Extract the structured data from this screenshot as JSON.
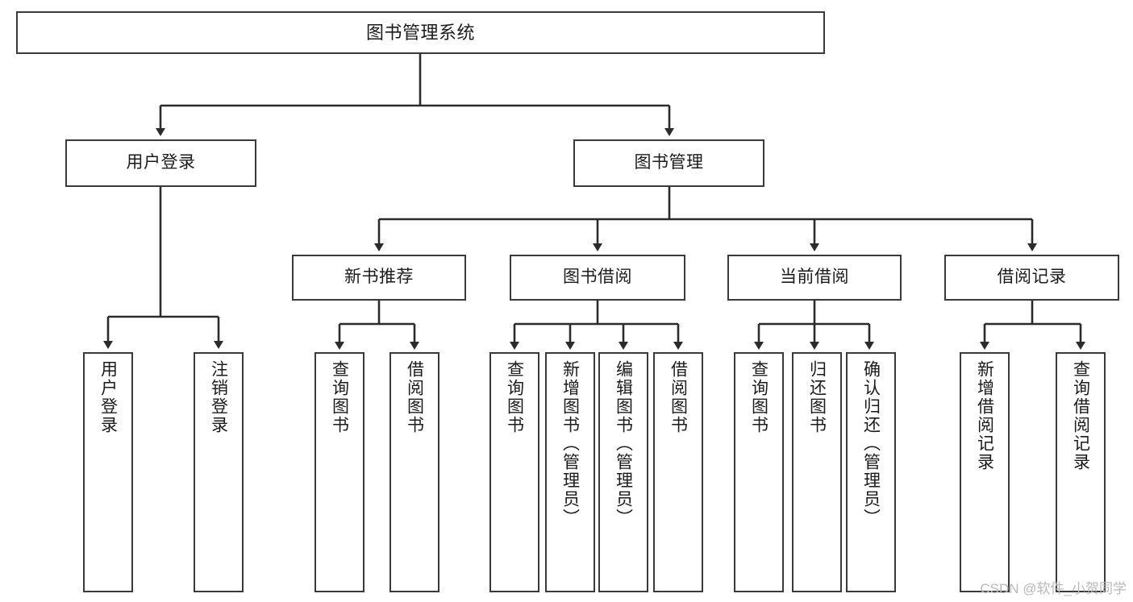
{
  "diagram": {
    "type": "tree",
    "title_text": "图书管理系统",
    "watermark": "CSDN @软件_小贺同学",
    "colors": {
      "box_border": "#3a3a3a",
      "box_fill": "#ffffff",
      "connector": "#2b2b2b",
      "text": "#1b1b1b",
      "watermark": "#b9b9b9"
    },
    "levels": {
      "root": {
        "label": "图书管理系统"
      },
      "level2": [
        {
          "label": "用户登录"
        },
        {
          "label": "图书管理"
        }
      ],
      "level3": [
        {
          "label": "新书推荐"
        },
        {
          "label": "图书借阅"
        },
        {
          "label": "当前借阅"
        },
        {
          "label": "借阅记录"
        }
      ],
      "leaves": [
        {
          "label": "用户登录",
          "parent": "用户登录"
        },
        {
          "label": "注销登录",
          "parent": "用户登录"
        },
        {
          "label": "查询图书",
          "parent": "新书推荐"
        },
        {
          "label": "借阅图书",
          "parent": "新书推荐"
        },
        {
          "label": "查询图书",
          "parent": "图书借阅"
        },
        {
          "label": "新增图书（管理员）",
          "parent": "图书借阅"
        },
        {
          "label": "编辑图书（管理员）",
          "parent": "图书借阅"
        },
        {
          "label": "借阅图书",
          "parent": "图书借阅"
        },
        {
          "label": "查询图书",
          "parent": "当前借阅"
        },
        {
          "label": "归还图书",
          "parent": "当前借阅"
        },
        {
          "label": "确认归还（管理员）",
          "parent": "当前借阅"
        },
        {
          "label": "新增借阅记录",
          "parent": "借阅记录"
        },
        {
          "label": "查询借阅记录",
          "parent": "借阅记录"
        }
      ]
    }
  }
}
